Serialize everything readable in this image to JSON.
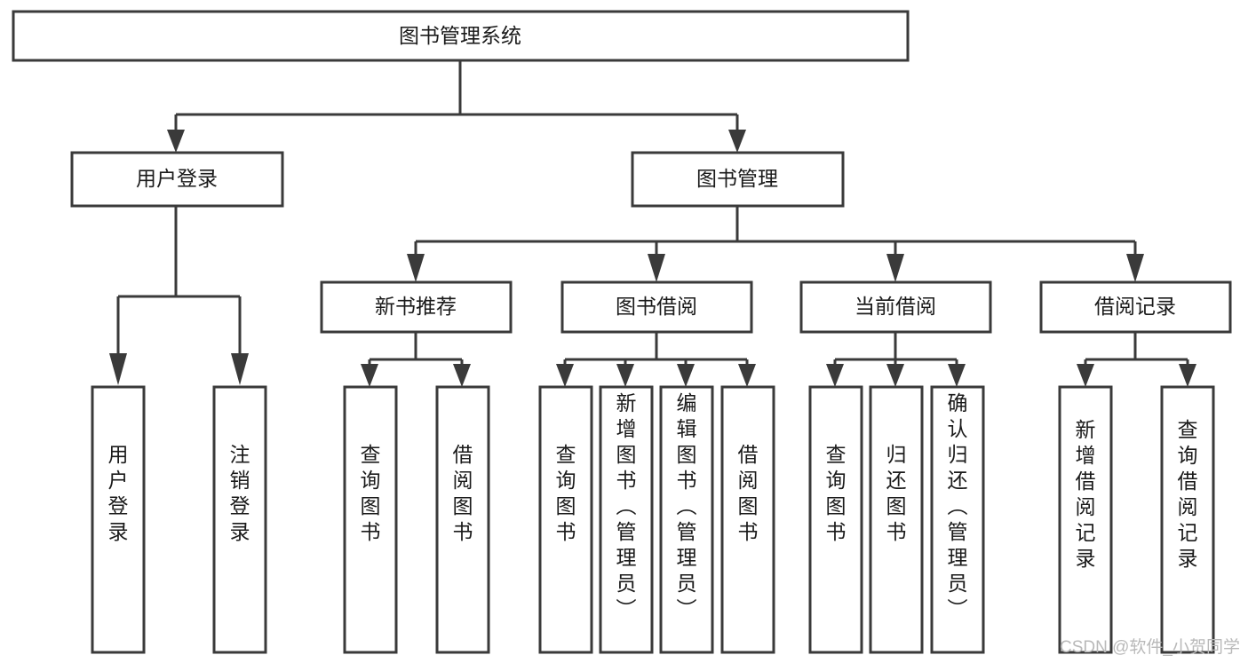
{
  "diagram": {
    "type": "hierarchy-tree",
    "title": "图书管理系统",
    "root": {
      "id": "root",
      "label": "图书管理系统",
      "orientation": "horizontal"
    },
    "level1": [
      {
        "id": "user-login",
        "label": "用户登录",
        "orientation": "horizontal"
      },
      {
        "id": "book-management",
        "label": "图书管理",
        "orientation": "horizontal"
      }
    ],
    "level2": [
      {
        "id": "new-book-recommend",
        "label": "新书推荐",
        "parent": "book-management",
        "orientation": "horizontal"
      },
      {
        "id": "book-borrow",
        "label": "图书借阅",
        "parent": "book-management",
        "orientation": "horizontal"
      },
      {
        "id": "current-borrow",
        "label": "当前借阅",
        "parent": "book-management",
        "orientation": "horizontal"
      },
      {
        "id": "borrow-record",
        "label": "借阅记录",
        "parent": "book-management",
        "orientation": "horizontal"
      }
    ],
    "leaves": [
      {
        "id": "leaf-user-login",
        "label": "用户登录",
        "parent": "user-login",
        "orientation": "vertical"
      },
      {
        "id": "leaf-user-logout",
        "label": "注销登录",
        "parent": "user-login",
        "orientation": "vertical"
      },
      {
        "id": "leaf-query-book-recommend",
        "label": "查询图书",
        "parent": "new-book-recommend",
        "orientation": "vertical"
      },
      {
        "id": "leaf-borrow-book-recommend",
        "label": "借阅图书",
        "parent": "new-book-recommend",
        "orientation": "vertical"
      },
      {
        "id": "leaf-query-book-borrow",
        "label": "查询图书",
        "parent": "book-borrow",
        "orientation": "vertical"
      },
      {
        "id": "leaf-add-book-admin",
        "label": "新增图书（管理员）",
        "parent": "book-borrow",
        "orientation": "vertical"
      },
      {
        "id": "leaf-edit-book-admin",
        "label": "编辑图书（管理员）",
        "parent": "book-borrow",
        "orientation": "vertical"
      },
      {
        "id": "leaf-borrow-book",
        "label": "借阅图书",
        "parent": "book-borrow",
        "orientation": "vertical"
      },
      {
        "id": "leaf-query-book-current",
        "label": "查询图书",
        "parent": "current-borrow",
        "orientation": "vertical"
      },
      {
        "id": "leaf-return-book",
        "label": "归还图书",
        "parent": "current-borrow",
        "orientation": "vertical"
      },
      {
        "id": "leaf-confirm-return-admin",
        "label": "确认归还（管理员）",
        "parent": "current-borrow",
        "orientation": "vertical"
      },
      {
        "id": "leaf-add-borrow-record",
        "label": "新增借阅记录",
        "parent": "borrow-record",
        "orientation": "vertical"
      },
      {
        "id": "leaf-query-borrow-record",
        "label": "查询借阅记录",
        "parent": "borrow-record",
        "orientation": "vertical"
      }
    ],
    "watermark": "CSDN @软件_小贺同学",
    "colors": {
      "background": "#ffffff",
      "box_fill": "#ffffff",
      "box_stroke": "#3a3a3a",
      "text": "#1a1a1a",
      "watermark": "#b9b9b9"
    }
  }
}
